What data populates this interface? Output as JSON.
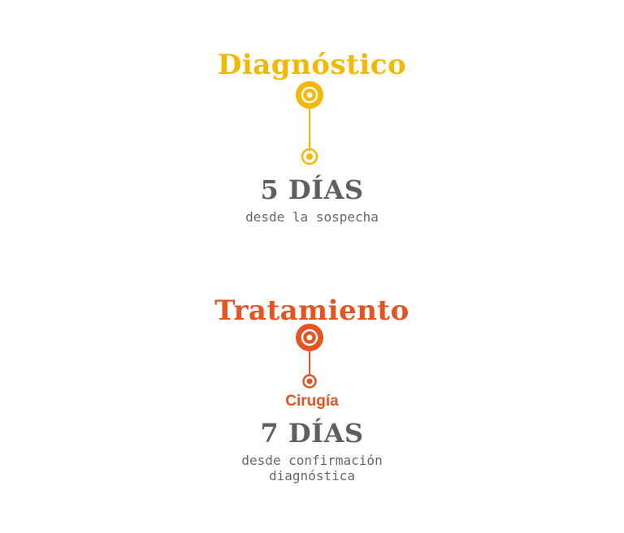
{
  "diagnostico": {
    "title": "Diagnóstico",
    "days": "5 DÍAS",
    "subtitle": "desde la sospecha",
    "color": "#f5b800"
  },
  "tratamiento": {
    "title": "Tratamiento",
    "step": "Cirugía",
    "days": "7 DÍAS",
    "subtitle_line1": "desde confirmación",
    "subtitle_line2": "diagnóstica",
    "color": "#e8521f"
  },
  "text_color": "#5f5f5f"
}
